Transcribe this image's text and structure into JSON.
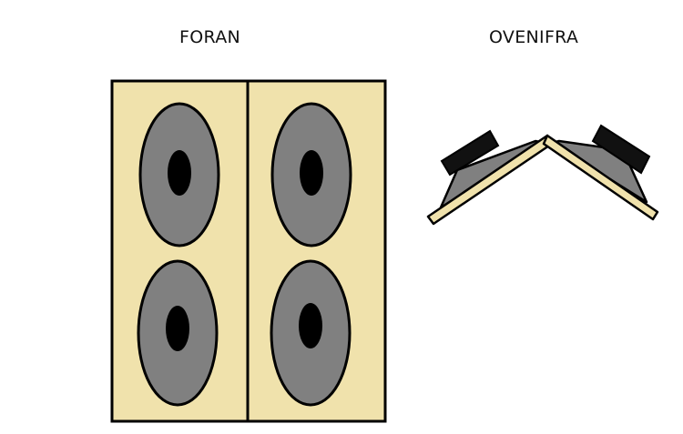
{
  "labels": {
    "front": "FORAN",
    "top": "OVENIFRA"
  },
  "colors": {
    "panel": "#f0e2ac",
    "outline": "#000000",
    "cone": "#808080",
    "dustcap": "#000000",
    "background": "#ffffff"
  },
  "front_view": {
    "columns": 2,
    "speakers_per_column": 2
  },
  "top_view": {
    "speakers": 2
  }
}
